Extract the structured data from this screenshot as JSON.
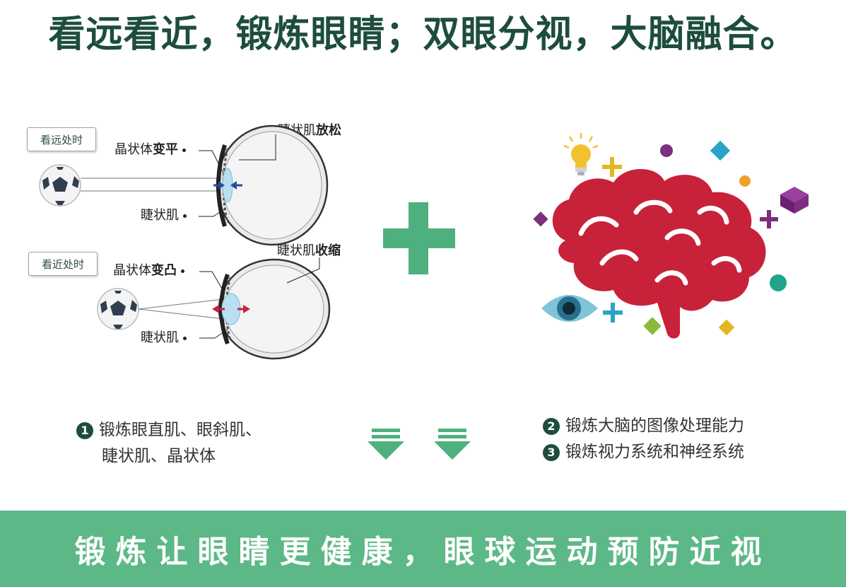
{
  "title": "看远看近，锻炼眼睛；双眼分视，大脑融合。",
  "far": {
    "tag": "看远处时",
    "lens_label_prefix": "晶状体",
    "lens_label_bold": "变平",
    "muscle_top_prefix": "睫状肌",
    "muscle_top_bold": "放松",
    "muscle_label": "睫状肌"
  },
  "near": {
    "tag": "看近处时",
    "lens_label_prefix": "晶状体",
    "lens_label_bold": "变凸",
    "muscle_top_prefix": "睫状肌",
    "muscle_top_bold": "收缩",
    "muscle_label": "睫状肌"
  },
  "points": {
    "p1_num": "1",
    "p1_line1": "锻炼眼直肌、眼斜肌、",
    "p1_line2": "睫状肌、晶状体",
    "p2_num": "2",
    "p2_text": "锻炼大脑的图像处理能力",
    "p3_num": "3",
    "p3_text": "锻炼视力系统和神经系统"
  },
  "footer": "锻炼让眼睛更健康，眼球运动预防近视",
  "colors": {
    "title": "#1d4d3f",
    "green": "#4eb07e",
    "footer_bg": "#5cb887",
    "brain": "#c8223a",
    "arrow_blue": "#2a4aa0",
    "arrow_red": "#c8223a"
  }
}
